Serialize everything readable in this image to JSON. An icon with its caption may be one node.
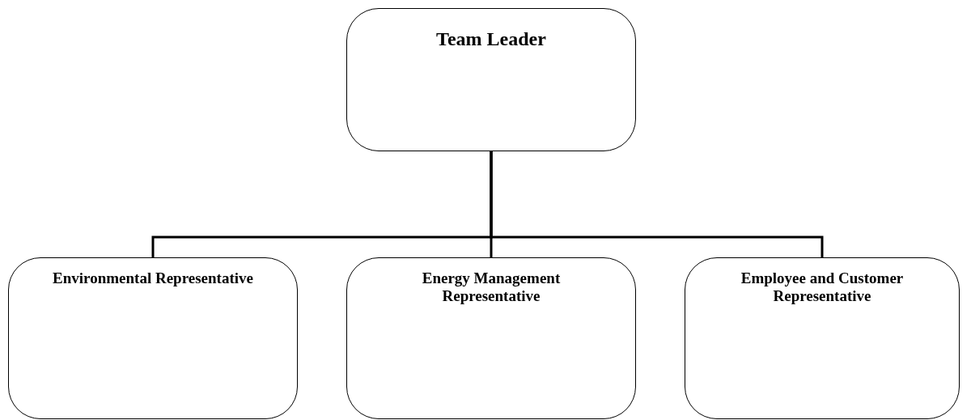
{
  "diagram": {
    "nodes": [
      {
        "text": [
          "Team Leader"
        ]
      },
      {
        "text": [
          "Environmental Representative"
        ]
      },
      {
        "text": [
          "Energy Management Representative"
        ]
      },
      {
        "text": [
          "Employee and Customer Representative"
        ]
      }
    ],
    "edges": [
      {
        "from": 0,
        "to": 1,
        "arrow": "none"
      },
      {
        "from": 0,
        "to": 2,
        "arrow": "none"
      },
      {
        "from": 0,
        "to": 3,
        "arrow": "none"
      }
    ]
  }
}
